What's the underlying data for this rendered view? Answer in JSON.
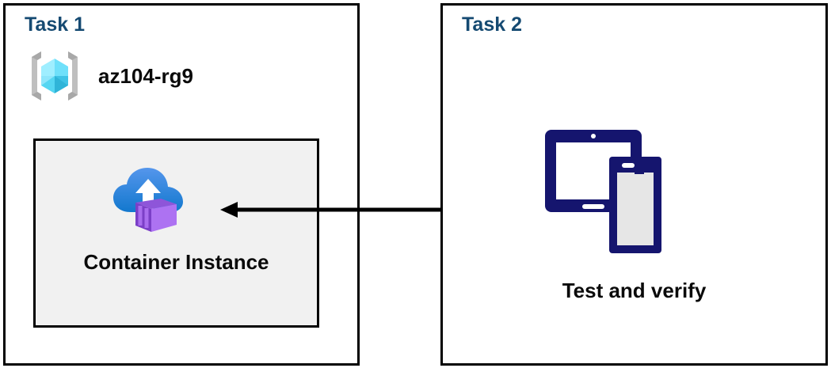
{
  "diagram": {
    "title": "Azure Container Instance task diagram",
    "background": "#ffffff",
    "panel_border_color": "#000000",
    "title_color": "#154A72",
    "arrow_color": "#000000"
  },
  "task1": {
    "title": "Task 1",
    "resource_group": {
      "label": "az104-rg9",
      "icon": "resource-group-icon",
      "icon_colors": {
        "bracket": "#A3A3A3",
        "cube_light": "#9CEBFF",
        "cube_mid": "#50D9F5",
        "cube_dark": "#32B8DC"
      }
    },
    "container": {
      "label": "Container Instance",
      "icon": "container-instance-icon",
      "panel_fill": "#F1F1F1",
      "icon_colors": {
        "cloud_top": "#4A90E8",
        "cloud_bottom": "#1A7BD4",
        "arrow": "#FFFFFF",
        "box_front": "#A766F0",
        "box_side": "#7A3FC4",
        "box_top": "#8B57D8"
      }
    }
  },
  "task2": {
    "title": "Task 2",
    "devices": {
      "label": "Test and verify",
      "icon": "devices-icon",
      "icon_colors": {
        "frame": "#15156E",
        "tablet_screen": "#FFFFFF",
        "phone_screen": "#E6E6E6"
      }
    }
  },
  "connector": {
    "name": "arrow-task2-to-task1",
    "direction": "left",
    "color": "#000000"
  }
}
